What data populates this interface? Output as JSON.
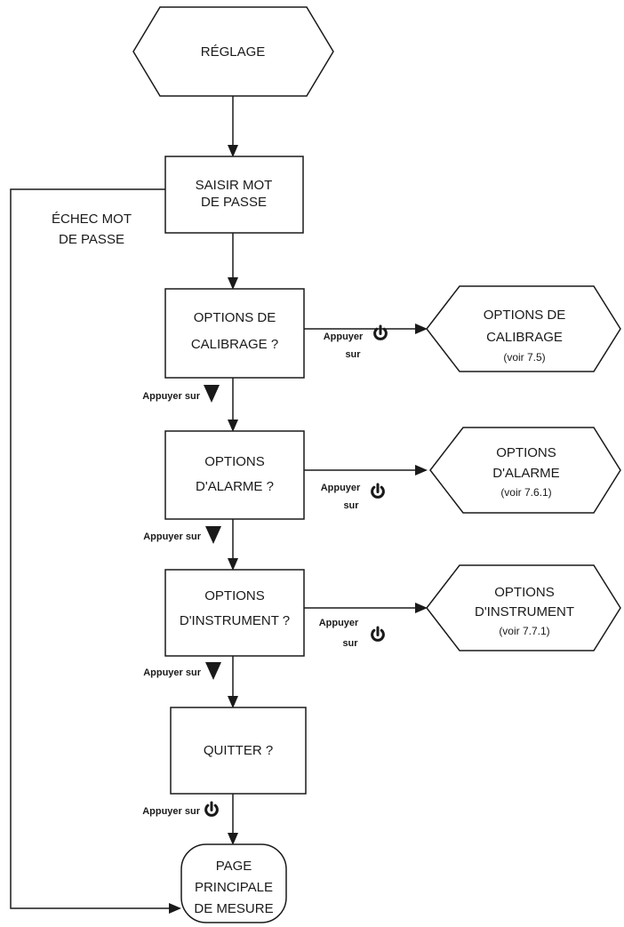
{
  "nodes": {
    "reglage": [
      "RÉGLAGE"
    ],
    "saisir": [
      "SAISIR MOT",
      "DE PASSE"
    ],
    "calib_q": [
      "OPTIONS DE",
      "CALIBRAGE ?"
    ],
    "alarm_q": [
      "OPTIONS",
      "D'ALARME ?"
    ],
    "instr_q": [
      "OPTIONS",
      "D'INSTRUMENT ?"
    ],
    "quitter": [
      "QUITTER ?"
    ],
    "page": [
      "PAGE",
      "PRINCIPALE",
      "DE MESURE"
    ],
    "calib_opt": [
      "OPTIONS DE",
      "CALIBRAGE"
    ],
    "calib_ref": "(voir 7.5)",
    "alarm_opt": [
      "OPTIONS",
      "D'ALARME"
    ],
    "alarm_ref": "(voir 7.6.1)",
    "instr_opt": [
      "OPTIONS",
      "D'INSTRUMENT"
    ],
    "instr_ref": "(voir 7.7.1)"
  },
  "labels": {
    "echec": [
      "ÉCHEC MOT",
      "DE PASSE"
    ],
    "appuyer_sur": "Appuyer sur",
    "appuyer": "Appuyer",
    "sur": "sur"
  },
  "icons": {
    "down": "down-triangle-icon",
    "power": "power-icon"
  },
  "colors": {
    "stroke": "#1a1a1a",
    "fill": "#ffffff"
  }
}
